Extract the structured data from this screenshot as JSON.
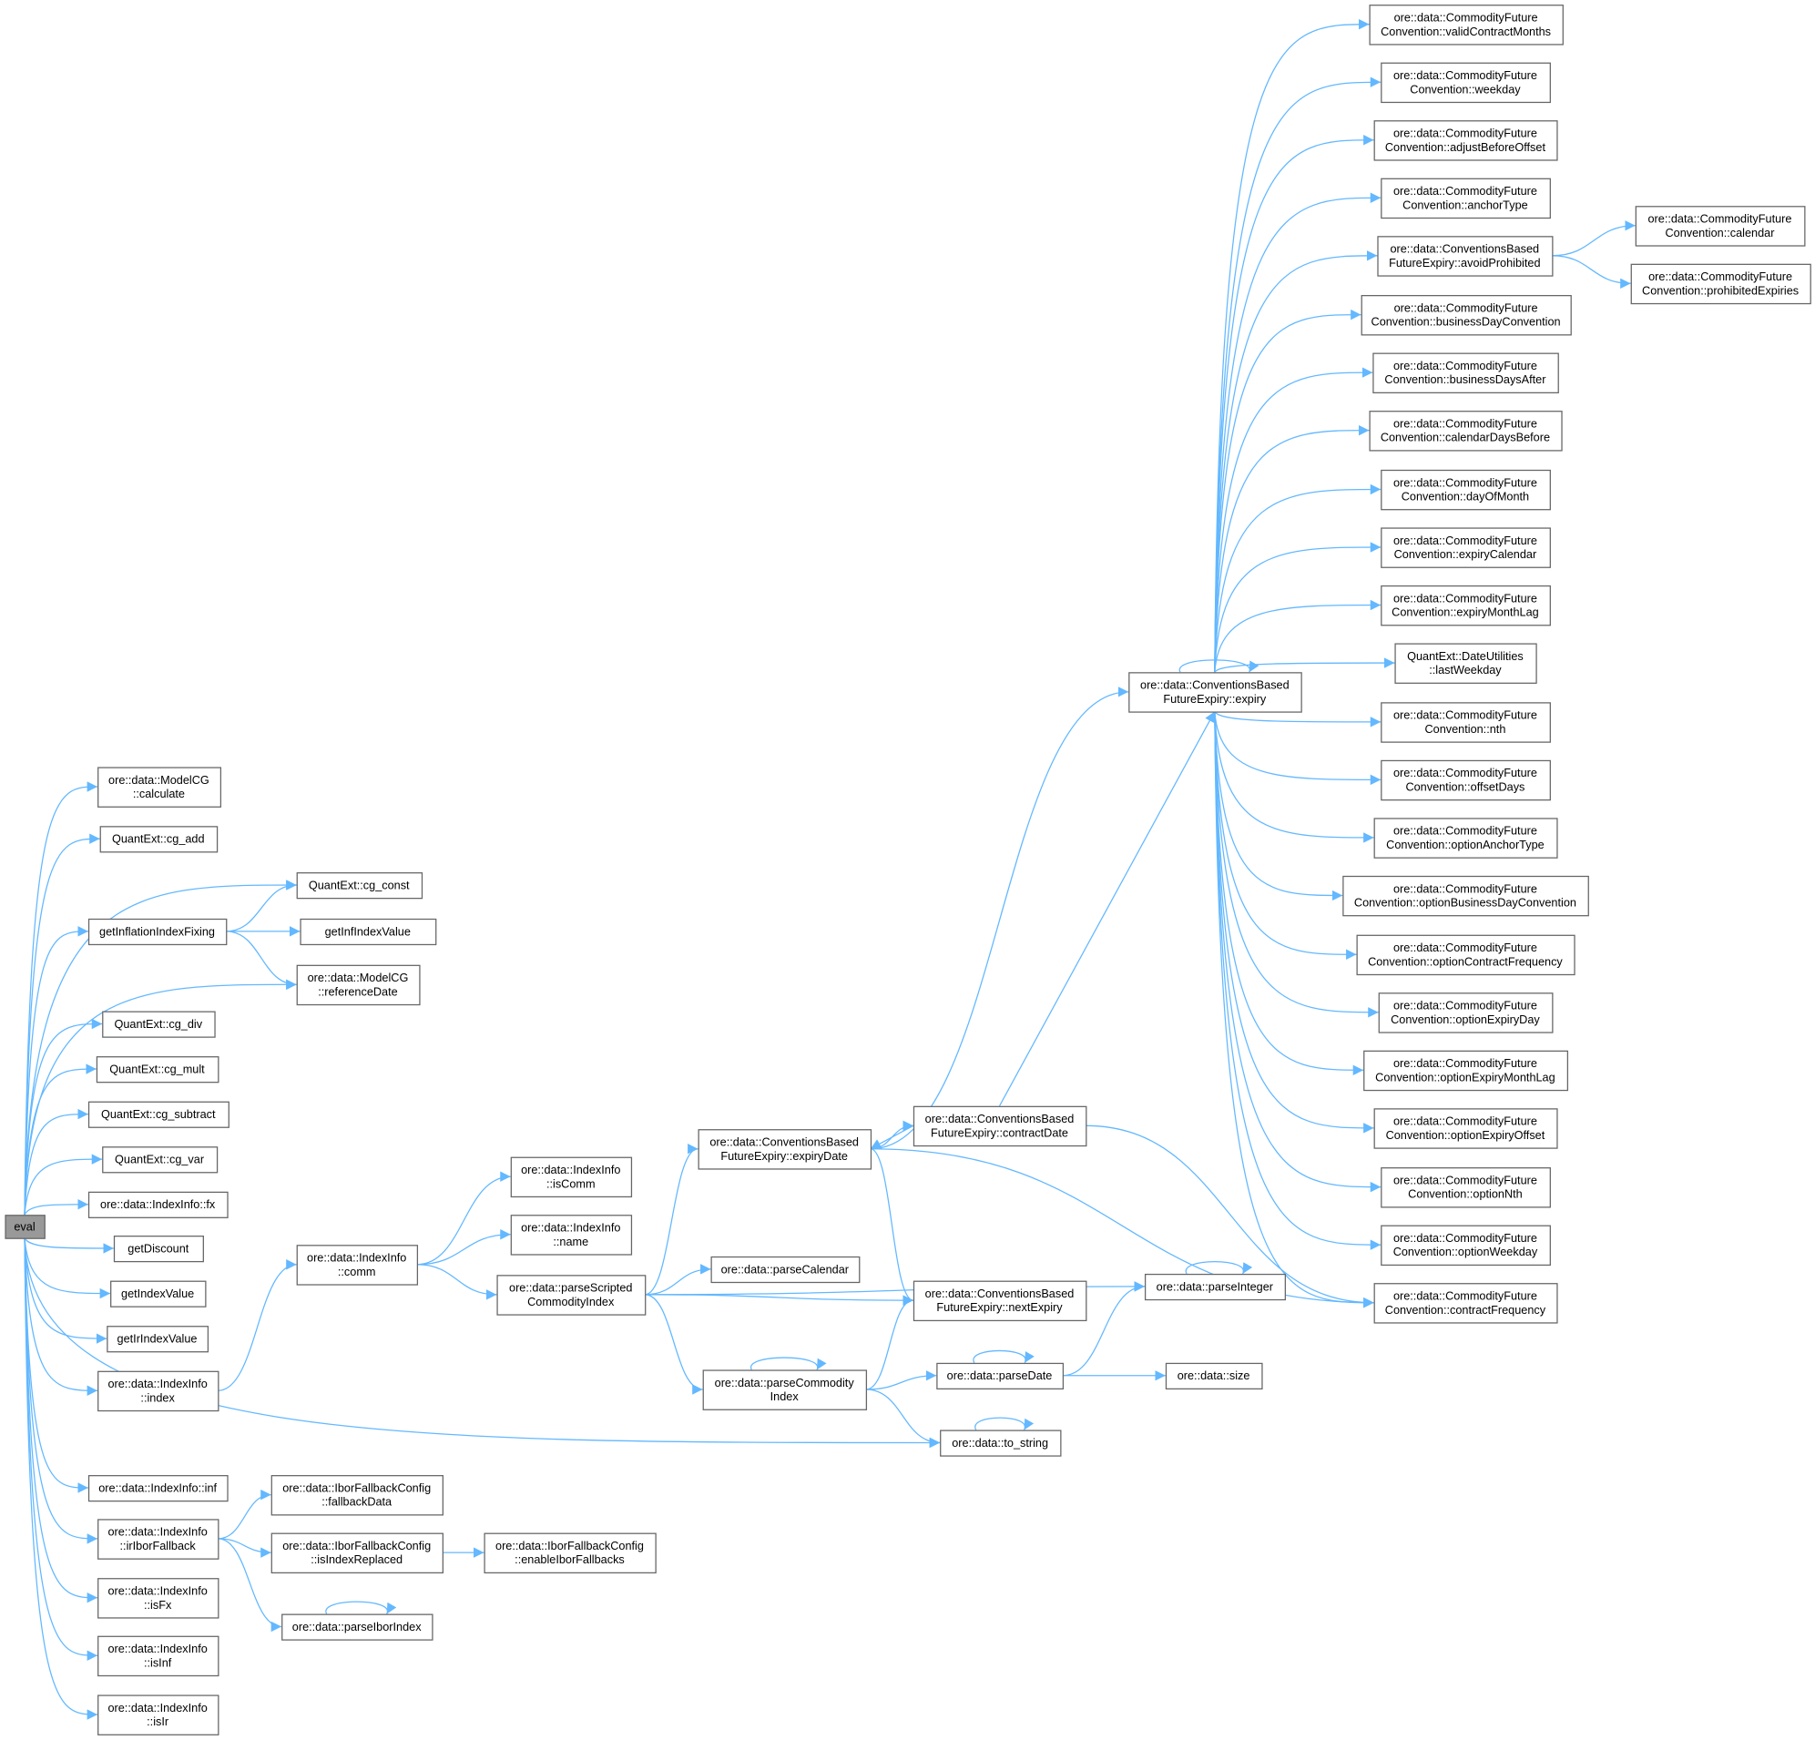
{
  "colors": {
    "edge": "#63b8ff",
    "node_border": "#666666",
    "root_fill": "#999999"
  },
  "nodes": [
    {
      "id": "eval",
      "lines": [
        "eval"
      ]
    },
    {
      "id": "calculate",
      "lines": [
        "ore::data::ModelCG",
        "::calculate"
      ]
    },
    {
      "id": "cg_add",
      "lines": [
        "QuantExt::cg_add"
      ]
    },
    {
      "id": "cg_const",
      "lines": [
        "QuantExt::cg_const"
      ]
    },
    {
      "id": "getInflationIndexFixing",
      "lines": [
        "getInflationIndexFixing"
      ]
    },
    {
      "id": "getInfIndexValue",
      "lines": [
        "getInfIndexValue"
      ]
    },
    {
      "id": "referenceDate",
      "lines": [
        "ore::data::ModelCG",
        "::referenceDate"
      ]
    },
    {
      "id": "cg_div",
      "lines": [
        "QuantExt::cg_div"
      ]
    },
    {
      "id": "cg_mult",
      "lines": [
        "QuantExt::cg_mult"
      ]
    },
    {
      "id": "cg_subtract",
      "lines": [
        "QuantExt::cg_subtract"
      ]
    },
    {
      "id": "cg_var",
      "lines": [
        "QuantExt::cg_var"
      ]
    },
    {
      "id": "fx",
      "lines": [
        "ore::data::IndexInfo::fx"
      ]
    },
    {
      "id": "getDiscount",
      "lines": [
        "getDiscount"
      ]
    },
    {
      "id": "getIndexValue",
      "lines": [
        "getIndexValue"
      ]
    },
    {
      "id": "getIrIndexValue",
      "lines": [
        "getIrIndexValue"
      ]
    },
    {
      "id": "index",
      "lines": [
        "ore::data::IndexInfo",
        "::index"
      ]
    },
    {
      "id": "inf",
      "lines": [
        "ore::data::IndexInfo::inf"
      ]
    },
    {
      "id": "irIborFallback",
      "lines": [
        "ore::data::IndexInfo",
        "::irIborFallback"
      ]
    },
    {
      "id": "isFx",
      "lines": [
        "ore::data::IndexInfo",
        "::isFx"
      ]
    },
    {
      "id": "isInf",
      "lines": [
        "ore::data::IndexInfo",
        "::isInf"
      ]
    },
    {
      "id": "isIr",
      "lines": [
        "ore::data::IndexInfo",
        "::isIr"
      ]
    },
    {
      "id": "fallbackData",
      "lines": [
        "ore::data::IborFallbackConfig",
        "::fallbackData"
      ]
    },
    {
      "id": "isIndexReplaced",
      "lines": [
        "ore::data::IborFallbackConfig",
        "::isIndexReplaced"
      ]
    },
    {
      "id": "enableIborFallbacks",
      "lines": [
        "ore::data::IborFallbackConfig",
        "::enableIborFallbacks"
      ]
    },
    {
      "id": "parseIborIndex",
      "lines": [
        "ore::data::parseIborIndex"
      ]
    },
    {
      "id": "comm",
      "lines": [
        "ore::data::IndexInfo",
        "::comm"
      ]
    },
    {
      "id": "isComm",
      "lines": [
        "ore::data::IndexInfo",
        "::isComm"
      ]
    },
    {
      "id": "name",
      "lines": [
        "ore::data::IndexInfo",
        "::name"
      ]
    },
    {
      "id": "parseScriptedCommodityIndex",
      "lines": [
        "ore::data::parseScripted",
        "CommodityIndex"
      ]
    },
    {
      "id": "parseCalendar",
      "lines": [
        "ore::data::parseCalendar"
      ]
    },
    {
      "id": "expiryDate",
      "lines": [
        "ore::data::ConventionsBased",
        "FutureExpiry::expiryDate"
      ]
    },
    {
      "id": "contractDate",
      "lines": [
        "ore::data::ConventionsBased",
        "FutureExpiry::contractDate"
      ]
    },
    {
      "id": "nextExpiry",
      "lines": [
        "ore::data::ConventionsBased",
        "FutureExpiry::nextExpiry"
      ]
    },
    {
      "id": "parseInteger",
      "lines": [
        "ore::data::parseInteger"
      ]
    },
    {
      "id": "parseCommodityIndex",
      "lines": [
        "ore::data::parseCommodity",
        "Index"
      ]
    },
    {
      "id": "parseDate",
      "lines": [
        "ore::data::parseDate"
      ]
    },
    {
      "id": "size",
      "lines": [
        "ore::data::size"
      ]
    },
    {
      "id": "to_string",
      "lines": [
        "ore::data::to_string"
      ]
    },
    {
      "id": "expiry",
      "lines": [
        "ore::data::ConventionsBased",
        "FutureExpiry::expiry"
      ]
    },
    {
      "id": "validContractMonths",
      "lines": [
        "ore::data::CommodityFuture",
        "Convention::validContractMonths"
      ]
    },
    {
      "id": "weekday",
      "lines": [
        "ore::data::CommodityFuture",
        "Convention::weekday"
      ]
    },
    {
      "id": "adjustBeforeOffset",
      "lines": [
        "ore::data::CommodityFuture",
        "Convention::adjustBeforeOffset"
      ]
    },
    {
      "id": "anchorType",
      "lines": [
        "ore::data::CommodityFuture",
        "Convention::anchorType"
      ]
    },
    {
      "id": "avoidProhibited",
      "lines": [
        "ore::data::ConventionsBased",
        "FutureExpiry::avoidProhibited"
      ]
    },
    {
      "id": "businessDayConvention",
      "lines": [
        "ore::data::CommodityFuture",
        "Convention::businessDayConvention"
      ]
    },
    {
      "id": "businessDaysAfter",
      "lines": [
        "ore::data::CommodityFuture",
        "Convention::businessDaysAfter"
      ]
    },
    {
      "id": "calendarDaysBefore",
      "lines": [
        "ore::data::CommodityFuture",
        "Convention::calendarDaysBefore"
      ]
    },
    {
      "id": "dayOfMonth",
      "lines": [
        "ore::data::CommodityFuture",
        "Convention::dayOfMonth"
      ]
    },
    {
      "id": "expiryCalendar",
      "lines": [
        "ore::data::CommodityFuture",
        "Convention::expiryCalendar"
      ]
    },
    {
      "id": "expiryMonthLag",
      "lines": [
        "ore::data::CommodityFuture",
        "Convention::expiryMonthLag"
      ]
    },
    {
      "id": "lastWeekday",
      "lines": [
        "QuantExt::DateUtilities",
        "::lastWeekday"
      ]
    },
    {
      "id": "nth",
      "lines": [
        "ore::data::CommodityFuture",
        "Convention::nth"
      ]
    },
    {
      "id": "offsetDays",
      "lines": [
        "ore::data::CommodityFuture",
        "Convention::offsetDays"
      ]
    },
    {
      "id": "optionAnchorType",
      "lines": [
        "ore::data::CommodityFuture",
        "Convention::optionAnchorType"
      ]
    },
    {
      "id": "optionBusinessDayConvention",
      "lines": [
        "ore::data::CommodityFuture",
        "Convention::optionBusinessDayConvention"
      ]
    },
    {
      "id": "optionContractFrequency",
      "lines": [
        "ore::data::CommodityFuture",
        "Convention::optionContractFrequency"
      ]
    },
    {
      "id": "optionExpiryDay",
      "lines": [
        "ore::data::CommodityFuture",
        "Convention::optionExpiryDay"
      ]
    },
    {
      "id": "optionExpiryMonthLag",
      "lines": [
        "ore::data::CommodityFuture",
        "Convention::optionExpiryMonthLag"
      ]
    },
    {
      "id": "optionExpiryOffset",
      "lines": [
        "ore::data::CommodityFuture",
        "Convention::optionExpiryOffset"
      ]
    },
    {
      "id": "optionNth",
      "lines": [
        "ore::data::CommodityFuture",
        "Convention::optionNth"
      ]
    },
    {
      "id": "optionWeekday",
      "lines": [
        "ore::data::CommodityFuture",
        "Convention::optionWeekday"
      ]
    },
    {
      "id": "contractFrequency",
      "lines": [
        "ore::data::CommodityFuture",
        "Convention::contractFrequency"
      ]
    },
    {
      "id": "calendar",
      "lines": [
        "ore::data::CommodityFuture",
        "Convention::calendar"
      ]
    },
    {
      "id": "prohibitedExpiries",
      "lines": [
        "ore::data::CommodityFuture",
        "Convention::prohibitedExpiries"
      ]
    }
  ],
  "edges": [
    [
      "eval",
      "calculate"
    ],
    [
      "eval",
      "cg_add"
    ],
    [
      "eval",
      "cg_const"
    ],
    [
      "eval",
      "getInflationIndexFixing"
    ],
    [
      "eval",
      "referenceDate"
    ],
    [
      "eval",
      "cg_div"
    ],
    [
      "eval",
      "cg_mult"
    ],
    [
      "eval",
      "cg_subtract"
    ],
    [
      "eval",
      "cg_var"
    ],
    [
      "eval",
      "fx"
    ],
    [
      "eval",
      "getDiscount"
    ],
    [
      "eval",
      "getIndexValue"
    ],
    [
      "eval",
      "getIrIndexValue"
    ],
    [
      "eval",
      "index"
    ],
    [
      "eval",
      "to_string"
    ],
    [
      "eval",
      "inf"
    ],
    [
      "eval",
      "irIborFallback"
    ],
    [
      "eval",
      "isFx"
    ],
    [
      "eval",
      "isInf"
    ],
    [
      "eval",
      "isIr"
    ],
    [
      "getInflationIndexFixing",
      "cg_const"
    ],
    [
      "getInflationIndexFixing",
      "getInfIndexValue"
    ],
    [
      "getInflationIndexFixing",
      "referenceDate"
    ],
    [
      "index",
      "comm"
    ],
    [
      "comm",
      "isComm"
    ],
    [
      "comm",
      "name"
    ],
    [
      "comm",
      "parseScriptedCommodityIndex"
    ],
    [
      "parseScriptedCommodityIndex",
      "expiryDate"
    ],
    [
      "parseScriptedCommodityIndex",
      "parseInteger"
    ],
    [
      "parseScriptedCommodityIndex",
      "parseCalendar"
    ],
    [
      "parseScriptedCommodityIndex",
      "nextExpiry"
    ],
    [
      "parseScriptedCommodityIndex",
      "parseCommodityIndex"
    ],
    [
      "expiryDate",
      "expiry"
    ],
    [
      "expiryDate",
      "contractDate"
    ],
    [
      "expiryDate",
      "nextExpiry"
    ],
    [
      "expiryDate",
      "contractFrequency"
    ],
    [
      "contractDate",
      "expiryDate"
    ],
    [
      "contractDate",
      "expiry"
    ],
    [
      "contractDate",
      "contractFrequency"
    ],
    [
      "parseCommodityIndex",
      "parseCommodityIndex"
    ],
    [
      "parseCommodityIndex",
      "nextExpiry"
    ],
    [
      "parseCommodityIndex",
      "parseDate"
    ],
    [
      "parseCommodityIndex",
      "to_string"
    ],
    [
      "parseDate",
      "parseDate"
    ],
    [
      "parseDate",
      "parseInteger"
    ],
    [
      "parseDate",
      "size"
    ],
    [
      "parseInteger",
      "parseInteger"
    ],
    [
      "to_string",
      "to_string"
    ],
    [
      "irIborFallback",
      "fallbackData"
    ],
    [
      "irIborFallback",
      "isIndexReplaced"
    ],
    [
      "irIborFallback",
      "parseIborIndex"
    ],
    [
      "isIndexReplaced",
      "enableIborFallbacks"
    ],
    [
      "parseIborIndex",
      "parseIborIndex"
    ],
    [
      "expiry",
      "expiry"
    ],
    [
      "expiry",
      "validContractMonths"
    ],
    [
      "expiry",
      "weekday"
    ],
    [
      "expiry",
      "adjustBeforeOffset"
    ],
    [
      "expiry",
      "anchorType"
    ],
    [
      "expiry",
      "avoidProhibited"
    ],
    [
      "expiry",
      "businessDayConvention"
    ],
    [
      "expiry",
      "businessDaysAfter"
    ],
    [
      "expiry",
      "calendarDaysBefore"
    ],
    [
      "expiry",
      "dayOfMonth"
    ],
    [
      "expiry",
      "expiryCalendar"
    ],
    [
      "expiry",
      "expiryMonthLag"
    ],
    [
      "expiry",
      "lastWeekday"
    ],
    [
      "expiry",
      "nth"
    ],
    [
      "expiry",
      "offsetDays"
    ],
    [
      "expiry",
      "optionAnchorType"
    ],
    [
      "expiry",
      "optionBusinessDayConvention"
    ],
    [
      "expiry",
      "optionContractFrequency"
    ],
    [
      "expiry",
      "optionExpiryDay"
    ],
    [
      "expiry",
      "optionExpiryMonthLag"
    ],
    [
      "expiry",
      "optionExpiryOffset"
    ],
    [
      "expiry",
      "optionNth"
    ],
    [
      "expiry",
      "optionWeekday"
    ],
    [
      "expiry",
      "contractFrequency"
    ],
    [
      "avoidProhibited",
      "calendar"
    ],
    [
      "avoidProhibited",
      "prohibitedExpiries"
    ]
  ]
}
